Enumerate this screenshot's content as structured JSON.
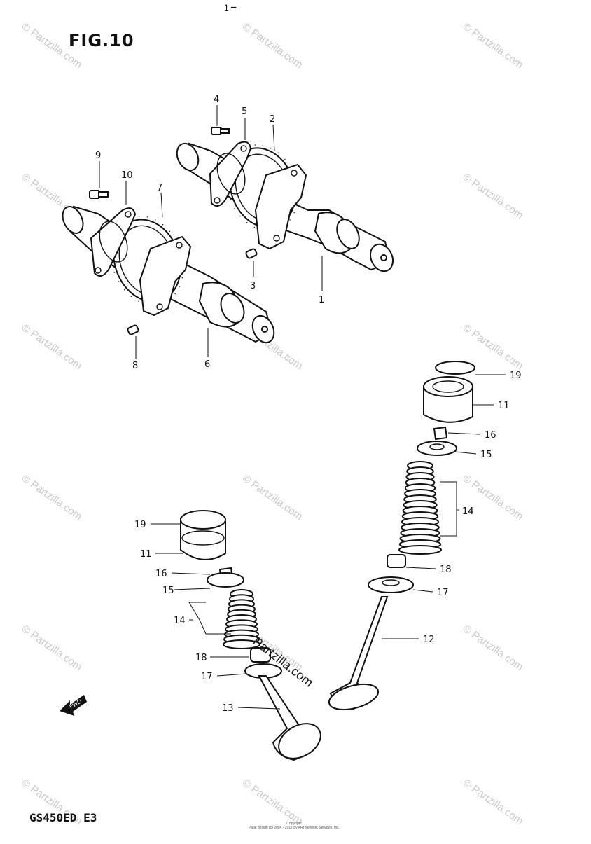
{
  "page": {
    "top_mark": "1"
  },
  "figure": {
    "title": "FIG.10",
    "model_code": "GS450ED  E3"
  },
  "watermark": {
    "text": "© Partzilla.com",
    "inline_text": "Partzilla.com"
  },
  "copyright": {
    "line1": "Copyright",
    "line2": "Page design (c) 2004 - 2017 by ARI Network Services, Inc."
  },
  "callouts": [
    {
      "id": "c1",
      "label": "1"
    },
    {
      "id": "c2",
      "label": "2"
    },
    {
      "id": "c3",
      "label": "3"
    },
    {
      "id": "c4",
      "label": "4"
    },
    {
      "id": "c5",
      "label": "5"
    },
    {
      "id": "c6",
      "label": "6"
    },
    {
      "id": "c7",
      "label": "7"
    },
    {
      "id": "c8",
      "label": "8"
    },
    {
      "id": "c9",
      "label": "9"
    },
    {
      "id": "c10",
      "label": "10"
    },
    {
      "id": "r19",
      "label": "19"
    },
    {
      "id": "r11",
      "label": "11"
    },
    {
      "id": "r16",
      "label": "16"
    },
    {
      "id": "r15",
      "label": "15"
    },
    {
      "id": "r14",
      "label": "14"
    },
    {
      "id": "r18",
      "label": "18"
    },
    {
      "id": "r17",
      "label": "17"
    },
    {
      "id": "r12",
      "label": "12"
    },
    {
      "id": "l19",
      "label": "19"
    },
    {
      "id": "l11",
      "label": "11"
    },
    {
      "id": "l16",
      "label": "16"
    },
    {
      "id": "l15",
      "label": "15"
    },
    {
      "id": "l14",
      "label": "14"
    },
    {
      "id": "l18",
      "label": "18"
    },
    {
      "id": "l17",
      "label": "17"
    },
    {
      "id": "l13",
      "label": "13"
    }
  ],
  "direction_arrow": {
    "icon": "front-arrow-icon",
    "label": "FWD"
  }
}
